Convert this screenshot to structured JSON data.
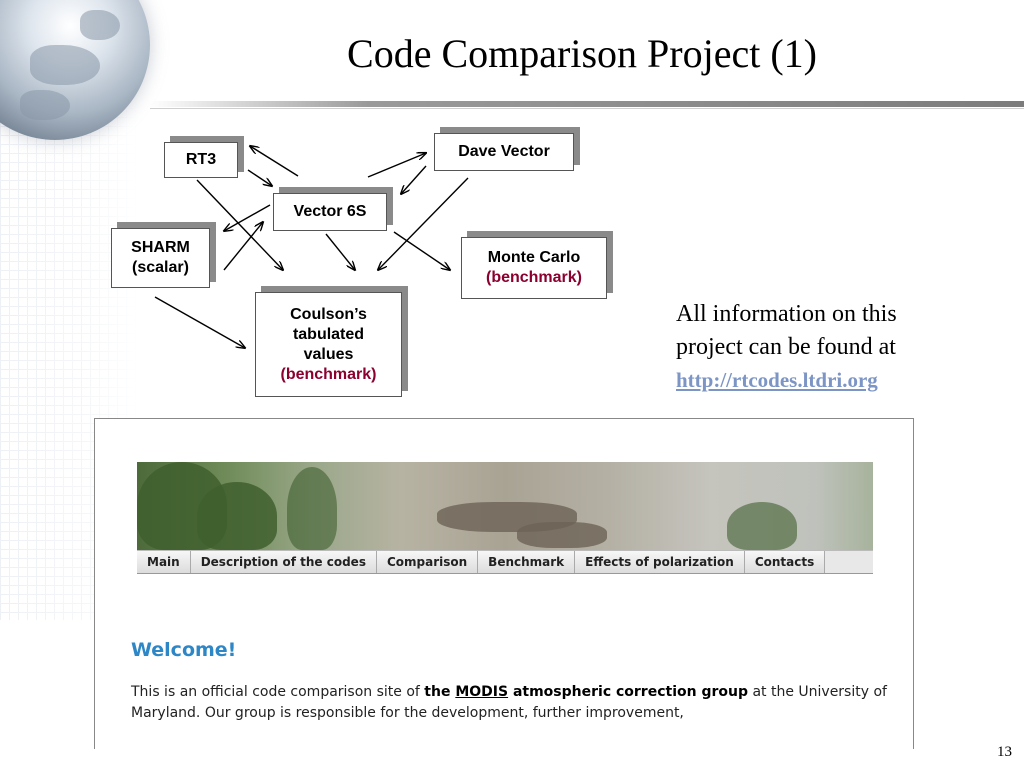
{
  "slide": {
    "title": "Code Comparison Project (1)",
    "page_number": "13"
  },
  "diagram": {
    "nodes": {
      "rt3": "RT3",
      "dave_vector": "Dave Vector",
      "vector6s": "Vector 6S",
      "sharm_line1": "SHARM",
      "sharm_line2": "(scalar)",
      "monte_carlo_line1": "Monte Carlo",
      "monte_carlo_line2": "(benchmark)",
      "coulson_line1": "Coulson’s",
      "coulson_line2": "tabulated",
      "coulson_line3": "values",
      "coulson_line4": "(benchmark)"
    }
  },
  "info": {
    "line1": "All information on this",
    "line2": "project can be found at",
    "link": "http://rtcodes.ltdri.org"
  },
  "website": {
    "nav": [
      "Main",
      "Description of the codes",
      "Comparison",
      "Benchmark",
      "Effects of polarization",
      "Contacts"
    ],
    "welcome": "Welcome!",
    "para": {
      "p1": "This is an official code comparison site of ",
      "the": "the ",
      "modis": "MODIS",
      "group": " atmospheric correction group",
      "p2": " at the University of Maryland. Our group is responsible for the development, further improvement,"
    }
  },
  "colors": {
    "benchmark": "#8b0030",
    "link": "#7c95c5",
    "welcome": "#2d86c6"
  }
}
